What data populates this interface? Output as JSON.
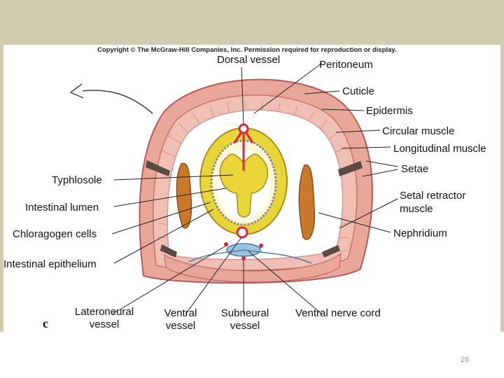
{
  "copyright": "Copyright © The McGraw-Hill Companies, Inc. Permission required for reproduction or display.",
  "figure_letter": "c",
  "page_number": "26",
  "labels": {
    "dorsal_vessel": "Dorsal vessel",
    "peritoneum": "Peritoneum",
    "cuticle": "Cuticle",
    "epidermis": "Epidermis",
    "circular_muscle": "Circular muscle",
    "longitudinal_muscle": "Longitudinal muscle",
    "setae": "Setae",
    "setal_retractor_1": "Setal retractor",
    "setal_retractor_2": "muscle",
    "nephridium": "Nephridium",
    "typhlosole": "Typhlosole",
    "intestinal_lumen": "Intestinal lumen",
    "chloragogen_cells": "Chloragogen cells",
    "intestinal_epithelium": "Intestinal epithelium",
    "lateroneural_1": "Lateroneural",
    "lateroneural_2": "vessel",
    "ventral_1": "Ventral",
    "ventral_2": "vessel",
    "subneural_1": "Subneural",
    "subneural_2": "vessel",
    "ventral_nerve_cord": "Ventral nerve cord"
  },
  "colors": {
    "slide_background": "#d3cbb0",
    "muscle_pink": "#e9a79a",
    "muscle_dark": "#c8706a",
    "intestine_yellow": "#e8d53a",
    "nephridium_orange": "#c8792e",
    "vessel_red": "#d8283a",
    "nerve_blue": "#9fc3df"
  }
}
